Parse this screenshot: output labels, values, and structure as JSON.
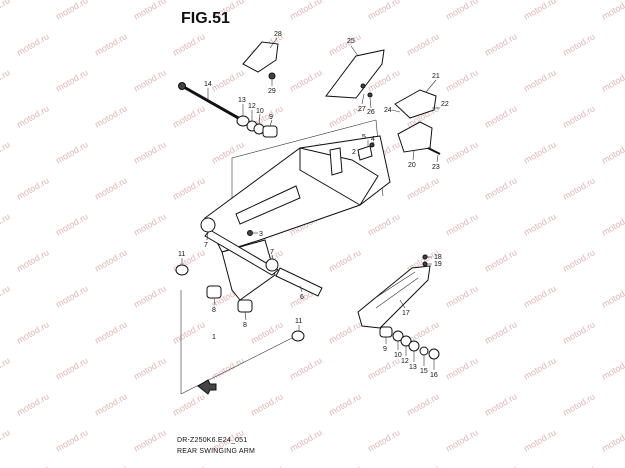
{
  "figure": {
    "title": "FIG.51",
    "code": "DR-Z250K6.E24_051",
    "caption": "REAR SWINGING ARM",
    "watermark": "motod.ru"
  },
  "callouts": [
    {
      "key": "c28",
      "label": "28"
    },
    {
      "key": "c29",
      "label": "29"
    },
    {
      "key": "c25",
      "label": "25"
    },
    {
      "key": "c27",
      "label": "27"
    },
    {
      "key": "c26",
      "label": "26"
    },
    {
      "key": "c21",
      "label": "21"
    },
    {
      "key": "c24",
      "label": "24"
    },
    {
      "key": "c22",
      "label": "22"
    },
    {
      "key": "c20",
      "label": "20"
    },
    {
      "key": "c23",
      "label": "23"
    },
    {
      "key": "c14",
      "label": "14"
    },
    {
      "key": "c13",
      "label": "13"
    },
    {
      "key": "c12",
      "label": "12"
    },
    {
      "key": "c10",
      "label": "10"
    },
    {
      "key": "c9a",
      "label": "9"
    },
    {
      "key": "c5",
      "label": "5"
    },
    {
      "key": "c4",
      "label": "4"
    },
    {
      "key": "c2",
      "label": "2"
    },
    {
      "key": "c3",
      "label": "3"
    },
    {
      "key": "c7a",
      "label": "7"
    },
    {
      "key": "c7b",
      "label": "7"
    },
    {
      "key": "c11a",
      "label": "11"
    },
    {
      "key": "c6",
      "label": "6"
    },
    {
      "key": "c8a",
      "label": "8"
    },
    {
      "key": "c8b",
      "label": "8"
    },
    {
      "key": "c11b",
      "label": "11"
    },
    {
      "key": "c1",
      "label": "1"
    },
    {
      "key": "c18",
      "label": "18"
    },
    {
      "key": "c19",
      "label": "19"
    },
    {
      "key": "c17",
      "label": "17"
    },
    {
      "key": "c9b",
      "label": "9"
    },
    {
      "key": "c10b",
      "label": "10"
    },
    {
      "key": "c12b",
      "label": "12"
    },
    {
      "key": "c13b",
      "label": "13"
    },
    {
      "key": "c15",
      "label": "15"
    },
    {
      "key": "c16",
      "label": "16"
    }
  ]
}
